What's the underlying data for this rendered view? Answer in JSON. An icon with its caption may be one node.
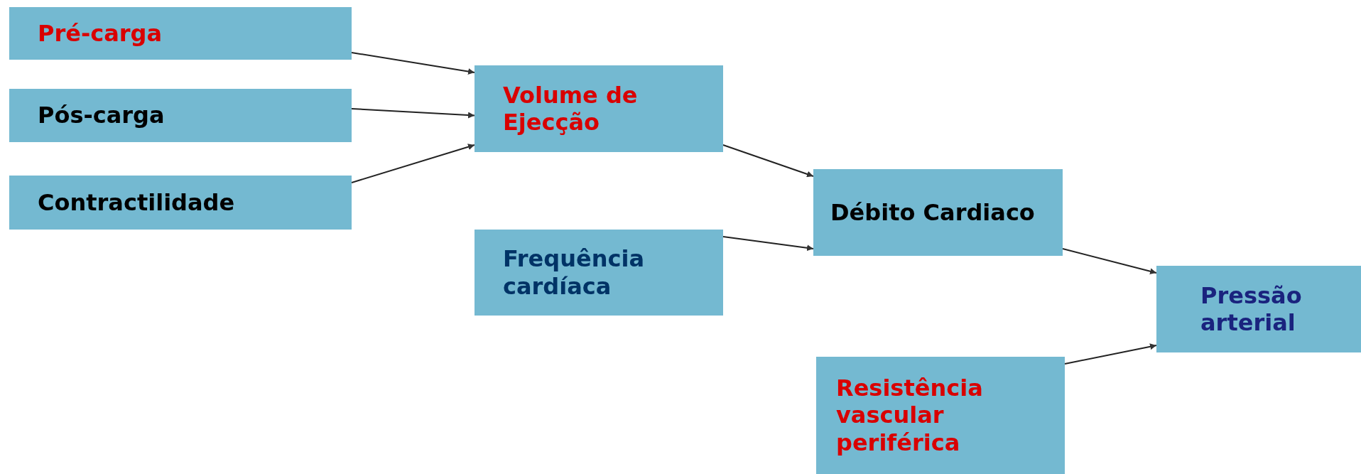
{
  "diagram": {
    "nodes": [
      {
        "text": [
          "Pré-carga"
        ]
      },
      {
        "text": [
          "Pós-carga"
        ]
      },
      {
        "text": [
          "Contractilidade"
        ]
      },
      {
        "text": [
          "Volume de Ejecção"
        ]
      },
      {
        "text": [
          "Frequência cardíaca"
        ]
      },
      {
        "text": [
          "Débito Cardiaco"
        ]
      },
      {
        "text": [
          "Resistência vascular periférica"
        ]
      },
      {
        "text": [
          "Pressão arterial"
        ]
      }
    ],
    "edges": [
      {
        "from": 0,
        "to": 3,
        "arrow": "to"
      },
      {
        "from": 1,
        "to": 3,
        "arrow": "to"
      },
      {
        "from": 2,
        "to": 3,
        "arrow": "to"
      },
      {
        "from": 3,
        "to": 5,
        "arrow": "to"
      },
      {
        "from": 4,
        "to": 5,
        "arrow": "to"
      },
      {
        "from": 5,
        "to": 7,
        "arrow": "to"
      },
      {
        "from": 6,
        "to": 7,
        "arrow": "to"
      }
    ]
  }
}
